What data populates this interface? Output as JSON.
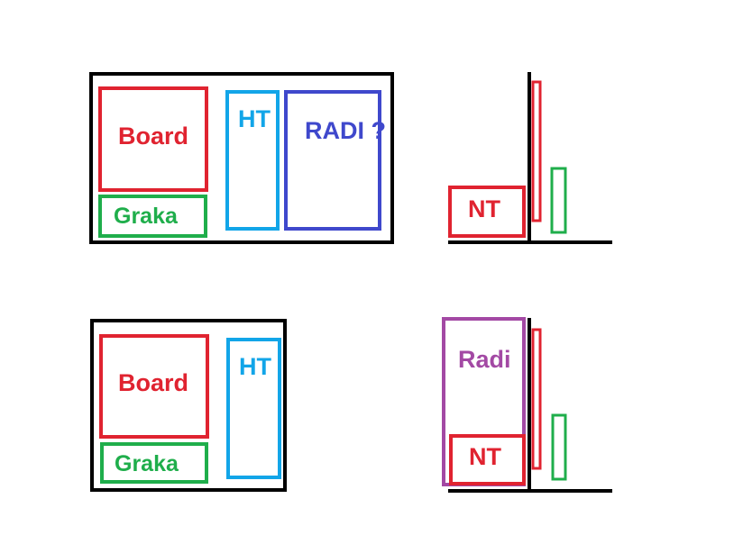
{
  "diagrams": [
    {
      "layout": "top-left-case",
      "labels": {
        "board": "Board",
        "graka": "Graka",
        "ht": "HT",
        "radi": "RADI ?"
      }
    },
    {
      "layout": "top-right-side",
      "labels": {
        "nt": "NT"
      }
    },
    {
      "layout": "bottom-left-case",
      "labels": {
        "board": "Board",
        "graka": "Graka",
        "ht": "HT"
      }
    },
    {
      "layout": "bottom-right-side",
      "labels": {
        "radi": "Radi",
        "nt": "NT"
      }
    }
  ],
  "colors": {
    "case": "#000000",
    "board": "#e02330",
    "graka": "#1fae4b",
    "ht": "#12a5e8",
    "radi_top": "#3f48cc",
    "radi_bottom": "#a349a4",
    "nt": "#e02330"
  }
}
